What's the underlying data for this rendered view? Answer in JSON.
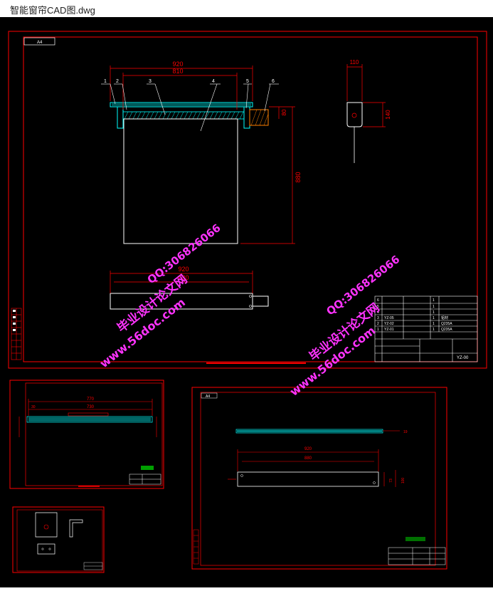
{
  "window": {
    "title": "智能窗帘CAD图.dwg"
  },
  "sheets": {
    "main_tag": "A4",
    "sheet3_tag": "A4"
  },
  "dims": {
    "top_width_920": "920",
    "top_width_810": "810",
    "height_880": "880",
    "thickness_80": "80",
    "bracket_110": "110",
    "bracket_140": "140",
    "bottom_920": "920",
    "bottom_880": "880",
    "s2_770": "770",
    "s2_730": "730",
    "s2_30": "30",
    "s3_920": "920",
    "s3_880": "880",
    "s3_19": "19",
    "s3_73": "73",
    "s3_100": "100"
  },
  "balloons": [
    "1",
    "2",
    "3",
    "4",
    "5",
    "6"
  ],
  "title_block": {
    "rows": [
      [
        "6",
        "",
        "",
        "1",
        ""
      ],
      [
        "5",
        "",
        "",
        "1",
        ""
      ],
      [
        "4",
        "",
        "",
        "1",
        ""
      ],
      [
        "3",
        "YZ-05",
        "",
        "1",
        "铝材"
      ],
      [
        "2",
        "YZ-02",
        "",
        "1",
        "Q235A"
      ],
      [
        "1",
        "YZ-01",
        "",
        "1",
        "Q235A"
      ]
    ],
    "drawing_no": "YZ-00"
  },
  "watermarks": {
    "site": "www.56doc.com",
    "brand": "毕业设计论文网",
    "qq": "QQ:306826066"
  }
}
